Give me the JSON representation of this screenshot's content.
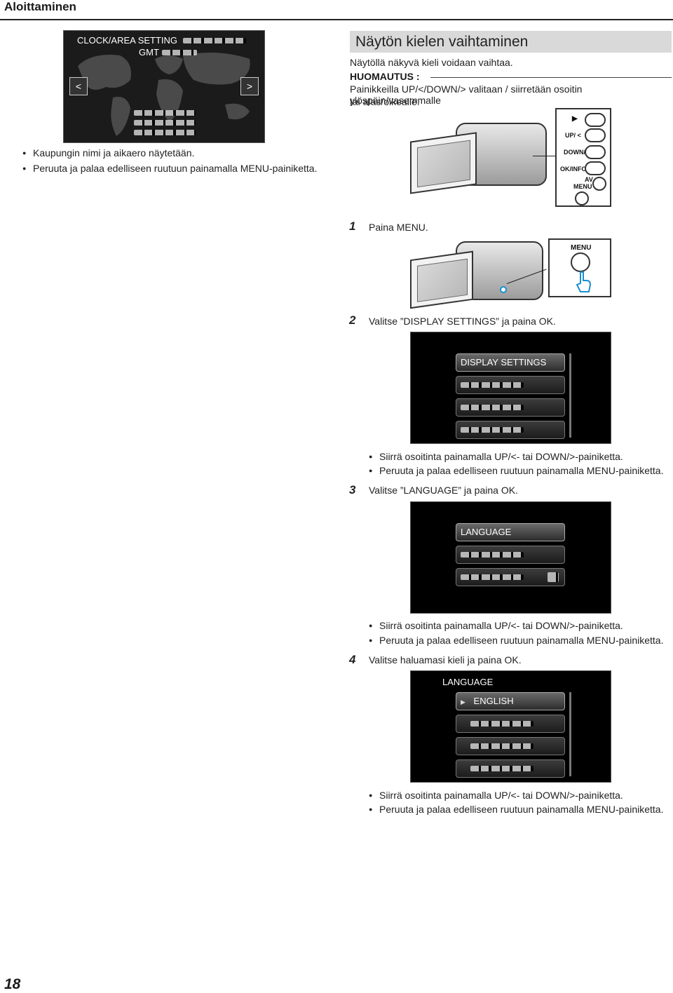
{
  "header": {
    "title": "Aloittaminen"
  },
  "clock_screen": {
    "title": "CLOCK/AREA SETTING",
    "sub": "GMT",
    "left_arrow": "<",
    "right_arrow": ">"
  },
  "left_bullets": [
    "Kaupungin nimi ja aikaero näytetään.",
    "Peruuta ja palaa edelliseen ruutuun painamalla MENU-painiketta."
  ],
  "section": {
    "title": "Näytön kielen vaihtaminen",
    "intro": "Näytöllä näkyvä kieli voidaan vaihtaa.",
    "note_label": "HUOMAUTUS :",
    "note_text_1": "Painikkeilla UP/</DOWN/> valitaan / siirretään osoitin ylöspäin/vasemmalle",
    "note_text_2": "tai alas/oikealle."
  },
  "button_panel": {
    "play_icon": "▶",
    "up": "UP/ <",
    "down": "DOWN/>",
    "okinfo": "OK/INFO",
    "av": "AV",
    "menu": "MENU"
  },
  "steps": [
    {
      "num": "1",
      "text": "Paina MENU."
    },
    {
      "num": "2",
      "text": "Valitse ”DISPLAY SETTINGS” ja paina OK."
    },
    {
      "num": "3",
      "text": "Valitse ”LANGUAGE” ja paina OK."
    },
    {
      "num": "4",
      "text": "Valitse haluamasi kieli ja paina OK."
    }
  ],
  "menu_callout": {
    "label": "MENU"
  },
  "screen_display": {
    "title": "DISPLAY SETTINGS"
  },
  "screen_language": {
    "title": "LANGUAGE"
  },
  "screen_lang_list": {
    "title": "LANGUAGE",
    "selected": "ENGLISH"
  },
  "step2_bullets": [
    "Siirrä osoitinta painamalla UP/<- tai DOWN/>-painiketta.",
    "Peruuta ja palaa edelliseen ruutuun painamalla MENU-painiketta."
  ],
  "step3_bullets": [
    "Siirrä osoitinta painamalla UP/<- tai DOWN/>-painiketta.",
    "Peruuta ja palaa edelliseen ruutuun painamalla MENU-painiketta."
  ],
  "step4_bullets": [
    "Siirrä osoitinta painamalla UP/<- tai DOWN/>-painiketta.",
    "Peruuta ja palaa edelliseen ruutuun painamalla MENU-painiketta."
  ],
  "footer": {
    "page_number": "18"
  }
}
